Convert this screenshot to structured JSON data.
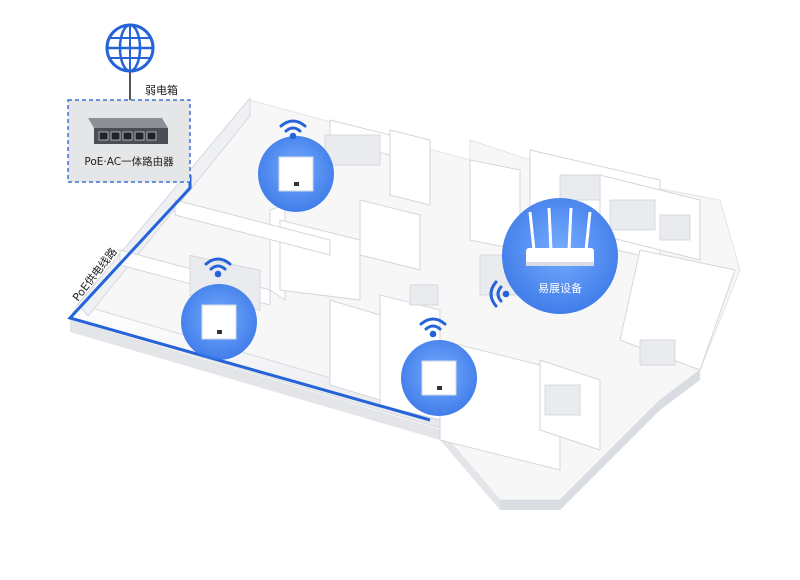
{
  "labels": {
    "weak_box": "弱电箱",
    "router": "PoE·AC一体路由器",
    "poe_line": "PoE供电线路",
    "mesh_device": "易展设备"
  },
  "colors": {
    "accent_blue": "#2563d9",
    "bubble_blue": "#3b82f6",
    "wall_light": "#f3f4f6",
    "wall_shadow": "#d8dbe0",
    "floor": "#fafafa"
  },
  "icons": [
    "globe-icon",
    "switch-icon",
    "wifi-icon",
    "ap-panel-icon",
    "mesh-router-icon"
  ]
}
